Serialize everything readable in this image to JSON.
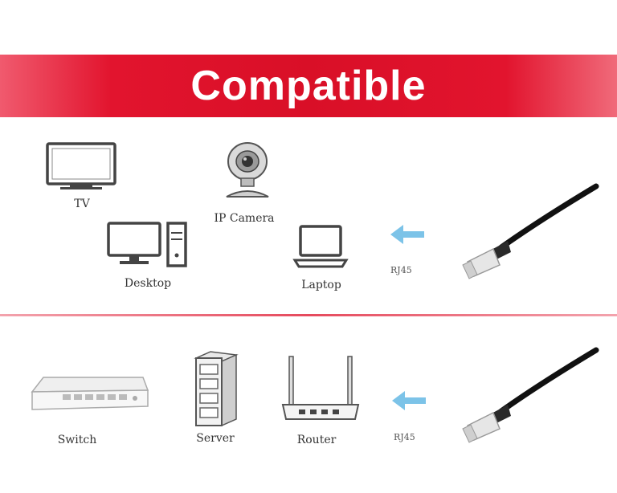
{
  "banner": {
    "title": "Compatible",
    "color": "#d90f27"
  },
  "top_section": {
    "devices": [
      {
        "label": "TV",
        "icon": "tv-icon"
      },
      {
        "label": "IP Camera",
        "icon": "ip-camera-icon"
      },
      {
        "label": "Desktop",
        "icon": "desktop-icon"
      },
      {
        "label": "Laptop",
        "icon": "laptop-icon"
      }
    ],
    "connector_label": "RJ45",
    "arrow_color": "#7cc3e8"
  },
  "bottom_section": {
    "devices": [
      {
        "label": "Switch",
        "icon": "switch-icon"
      },
      {
        "label": "Server",
        "icon": "server-icon"
      },
      {
        "label": "Router",
        "icon": "router-icon"
      }
    ],
    "connector_label": "RJ45"
  }
}
